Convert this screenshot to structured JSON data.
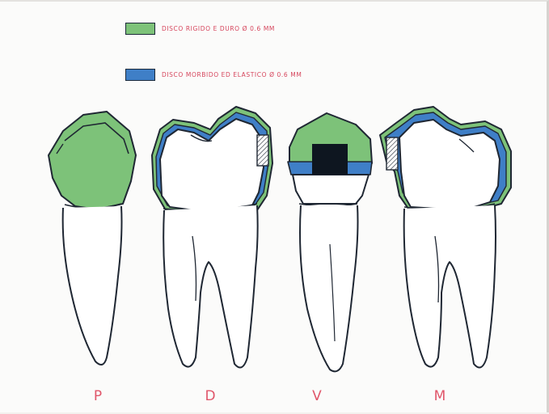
{
  "legend": {
    "items": [
      {
        "text": "Disco rigido e duro ø 0.6 mm",
        "color": "#7dc279"
      },
      {
        "text": "Disco morbido ed elastico ø 0.6 mm",
        "color": "#3f7fc7"
      }
    ]
  },
  "views": [
    {
      "letter": "P"
    },
    {
      "letter": "D"
    },
    {
      "letter": "V"
    },
    {
      "letter": "M"
    }
  ],
  "colors": {
    "rigid_disc": "#7dc279",
    "soft_disc": "#3f7fc7",
    "outline": "#1f2733",
    "label": "#e0566a",
    "square": "#0e1620"
  }
}
